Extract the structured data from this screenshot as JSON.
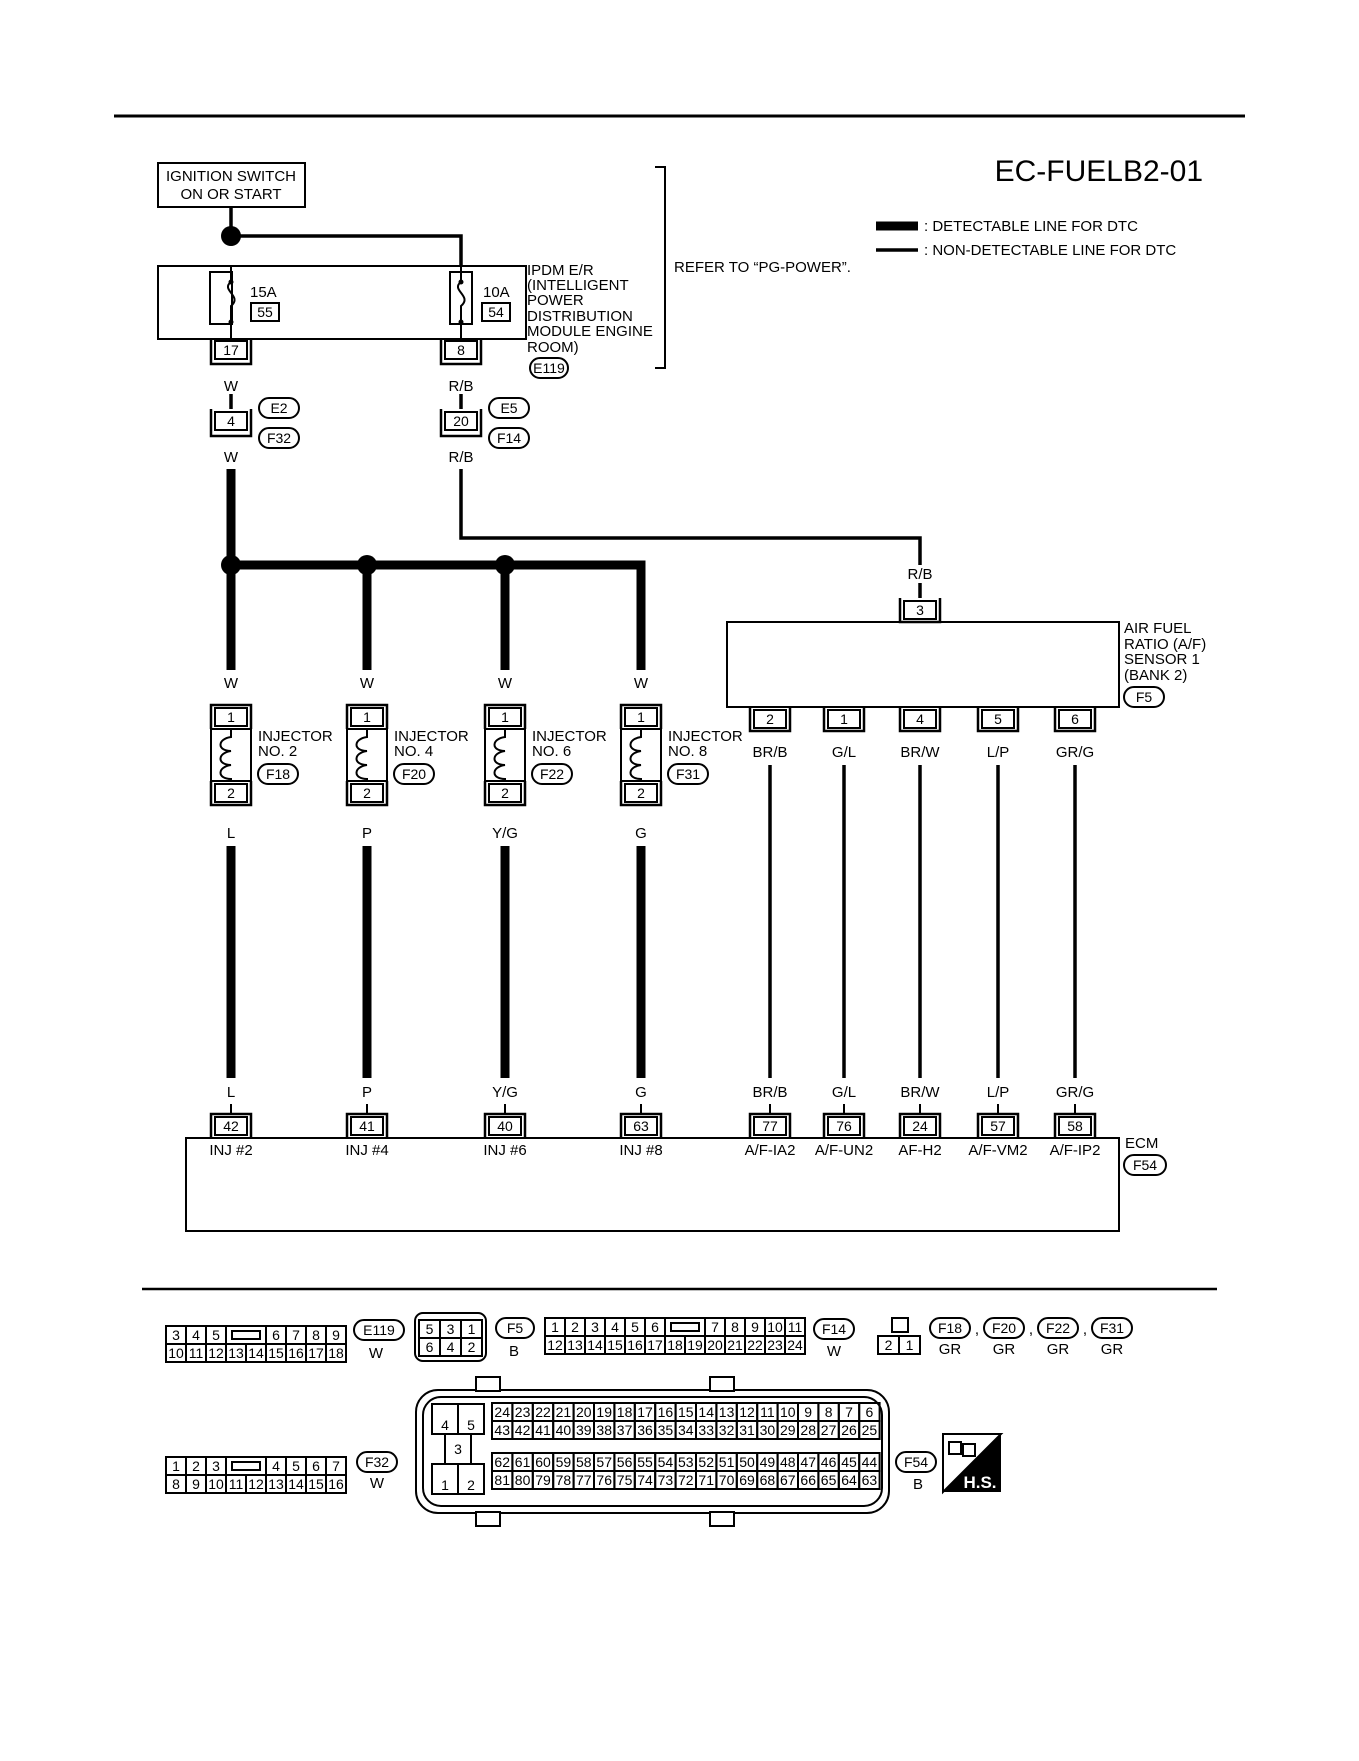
{
  "diagram_id": "EC-FUELB2-01",
  "legend": [
    {
      "type": "thick",
      "label": ": DETECTABLE LINE FOR DTC"
    },
    {
      "type": "thin",
      "label": ": NON-DETECTABLE LINE FOR DTC"
    }
  ],
  "ignition_switch": [
    "IGNITION SWITCH",
    "ON OR START"
  ],
  "ipdm": {
    "lines": [
      "IPDM E/R",
      "(INTELLIGENT",
      "POWER",
      "DISTRIBUTION",
      "MODULE ENGINE",
      "ROOM)"
    ],
    "connector": "E119",
    "fuses": [
      {
        "amp": "15A",
        "num": "55",
        "pin": "17"
      },
      {
        "amp": "10A",
        "num": "54",
        "pin": "8"
      }
    ]
  },
  "refer_text": "REFER TO “PG-POWER”.",
  "wire_colors": {
    "w": "W",
    "rb": "R/B"
  },
  "joint_connectors": [
    {
      "pin": "4",
      "top": "E2",
      "bottom": "F32"
    },
    {
      "pin": "20",
      "top": "E5",
      "bottom": "F14"
    }
  ],
  "injectors": [
    {
      "name": "INJECTOR",
      "no": "NO. 2",
      "connector": "F18",
      "pin_in": "1",
      "pin_out": "2",
      "in_color": "W",
      "out_color": "L",
      "ecm_pin": "42",
      "ecm_label": "INJ #2"
    },
    {
      "name": "INJECTOR",
      "no": "NO. 4",
      "connector": "F20",
      "pin_in": "1",
      "pin_out": "2",
      "in_color": "W",
      "out_color": "P",
      "ecm_pin": "41",
      "ecm_label": "INJ #4"
    },
    {
      "name": "INJECTOR",
      "no": "NO. 6",
      "connector": "F22",
      "pin_in": "1",
      "pin_out": "2",
      "in_color": "W",
      "out_color": "Y/G",
      "ecm_pin": "40",
      "ecm_label": "INJ #6"
    },
    {
      "name": "INJECTOR",
      "no": "NO. 8",
      "connector": "F31",
      "pin_in": "1",
      "pin_out": "2",
      "in_color": "W",
      "out_color": "G",
      "ecm_pin": "63",
      "ecm_label": "INJ #8"
    }
  ],
  "af_sensor": {
    "lines": [
      "AIR FUEL",
      "RATIO (A/F)",
      "SENSOR 1",
      "(BANK 2)"
    ],
    "connector": "F5",
    "supply_pin": "3",
    "supply_color": "R/B",
    "pins": [
      {
        "pin": "2",
        "color": "BR/B",
        "ecm_pin": "77",
        "ecm_label": "A/F-IA2"
      },
      {
        "pin": "1",
        "color": "G/L",
        "ecm_pin": "76",
        "ecm_label": "A/F-UN2"
      },
      {
        "pin": "4",
        "color": "BR/W",
        "ecm_pin": "24",
        "ecm_label": "AF-H2"
      },
      {
        "pin": "5",
        "color": "L/P",
        "ecm_pin": "57",
        "ecm_label": "A/F-VM2"
      },
      {
        "pin": "6",
        "color": "GR/G",
        "ecm_pin": "58",
        "ecm_label": "A/F-IP2"
      }
    ]
  },
  "ecm": {
    "label": "ECM",
    "connector": "F54"
  },
  "connector_views": {
    "e119": {
      "id": "E119",
      "color": "W",
      "row1": [
        "3",
        "4",
        "5",
        "",
        "6",
        "7",
        "8",
        "9"
      ],
      "row2": [
        "10",
        "11",
        "12",
        "13",
        "14",
        "15",
        "16",
        "17",
        "18"
      ]
    },
    "f5": {
      "id": "F5",
      "color": "B",
      "row1": [
        "5",
        "3",
        "1"
      ],
      "row2": [
        "6",
        "4",
        "2"
      ]
    },
    "f14": {
      "id": "F14",
      "color": "W",
      "row1": [
        "1",
        "2",
        "3",
        "4",
        "5",
        "6",
        "",
        "7",
        "8",
        "9",
        "10",
        "11"
      ],
      "row2": [
        "12",
        "13",
        "14",
        "15",
        "16",
        "17",
        "18",
        "19",
        "20",
        "21",
        "22",
        "23",
        "24"
      ]
    },
    "inj": {
      "ids": [
        "F18",
        "F20",
        "F22",
        "F31"
      ],
      "color": "GR",
      "sep": ",",
      "row": [
        "2",
        "1"
      ]
    },
    "f32": {
      "id": "F32",
      "color": "W",
      "row1": [
        "1",
        "2",
        "3",
        "",
        "4",
        "5",
        "6",
        "7"
      ],
      "row2": [
        "8",
        "9",
        "10",
        "11",
        "12",
        "13",
        "14",
        "15",
        "16"
      ]
    },
    "f54": {
      "id": "F54",
      "color": "B",
      "left_top": [
        "4",
        "5"
      ],
      "left_mid": "3",
      "left_bot": [
        "1",
        "2"
      ],
      "rows": [
        [
          "24",
          "23",
          "22",
          "21",
          "20",
          "19",
          "18",
          "17",
          "16",
          "15",
          "14",
          "13",
          "12",
          "11",
          "10",
          "9",
          "8",
          "7",
          "6"
        ],
        [
          "43",
          "42",
          "41",
          "40",
          "39",
          "38",
          "37",
          "36",
          "35",
          "34",
          "33",
          "32",
          "31",
          "30",
          "29",
          "28",
          "27",
          "26",
          "25"
        ],
        [
          "62",
          "61",
          "60",
          "59",
          "58",
          "57",
          "56",
          "55",
          "54",
          "53",
          "52",
          "51",
          "50",
          "49",
          "48",
          "47",
          "46",
          "45",
          "44"
        ],
        [
          "81",
          "80",
          "79",
          "78",
          "77",
          "76",
          "75",
          "74",
          "73",
          "72",
          "71",
          "70",
          "69",
          "68",
          "67",
          "66",
          "65",
          "64",
          "63"
        ]
      ]
    }
  },
  "hs_label": "H.S."
}
